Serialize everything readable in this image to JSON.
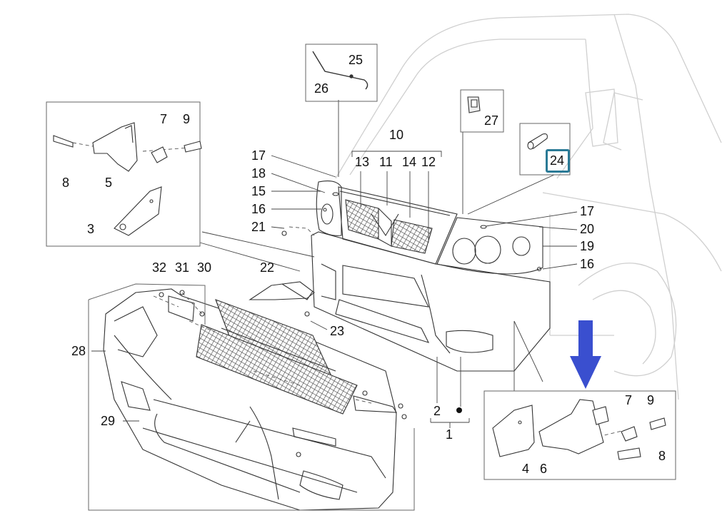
{
  "callouts": {
    "c25": "25",
    "c26": "26",
    "c7a": "7",
    "c9a": "9",
    "c8a": "8",
    "c5": "5",
    "c3": "3",
    "c27": "27",
    "c10": "10",
    "c13": "13",
    "c11": "11",
    "c14": "14",
    "c12": "12",
    "c24": "24",
    "c17a": "17",
    "c18": "18",
    "c15": "15",
    "c16a": "16",
    "c21": "21",
    "c17b": "17",
    "c20": "20",
    "c19": "19",
    "c16b": "16",
    "c32": "32",
    "c31": "31",
    "c30": "30",
    "c22": "22",
    "c23": "23",
    "c28": "28",
    "c29": "29",
    "c2": "2",
    "c1": "1",
    "c7b": "7",
    "c9b": "9",
    "c8b": "8",
    "c4": "4",
    "c6": "6"
  },
  "highlighted_part": "24",
  "colors": {
    "line": "#333333",
    "ghost_line": "#c8c8c8",
    "highlight": "#2a7a96",
    "arrow": "#3a4fcf"
  }
}
